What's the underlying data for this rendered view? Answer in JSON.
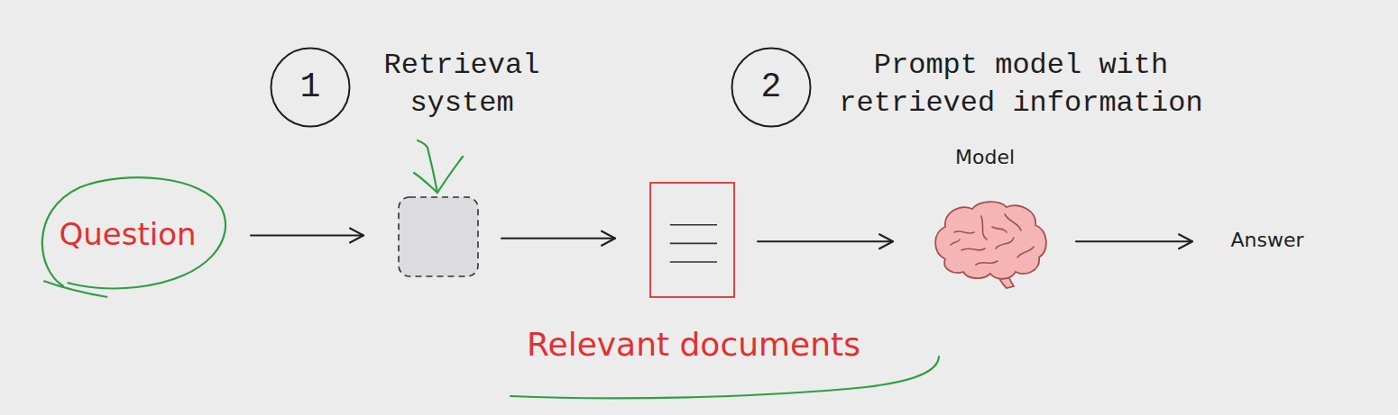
{
  "diagram": {
    "nodes": [
      {
        "text": [
          "Question"
        ]
      },
      {
        "text": [
          "Retrieval system"
        ]
      },
      {
        "text": [
          "Relevant documents"
        ]
      },
      {
        "text": [
          "Model"
        ]
      },
      {
        "text": [
          "Answer"
        ]
      },
      {
        "text": [
          "1"
        ]
      },
      {
        "text": [
          "2"
        ]
      }
    ],
    "edges": [
      {
        "from": 0,
        "to": 1,
        "arrow": "to"
      },
      {
        "from": 1,
        "to": 2,
        "arrow": "to"
      },
      {
        "from": 2,
        "to": 3,
        "arrow": "to"
      },
      {
        "from": 3,
        "to": 4,
        "arrow": "to"
      }
    ],
    "labels": [
      "Prompt model with retrieved information"
    ]
  }
}
